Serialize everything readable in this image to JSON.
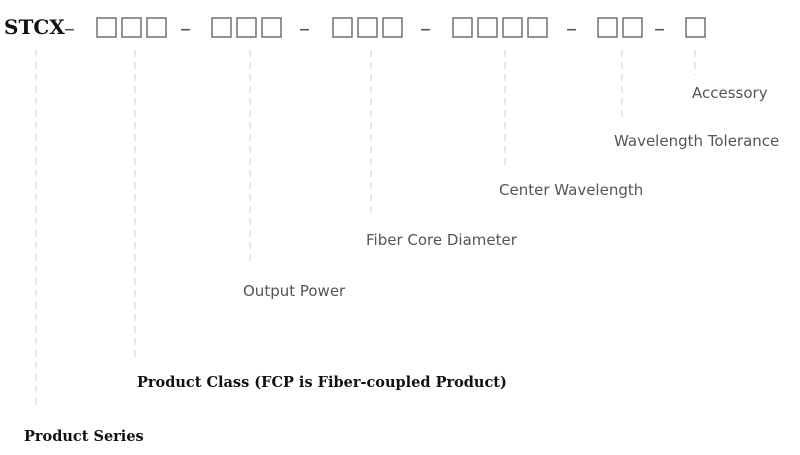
{
  "code": {
    "prefix": "STCX",
    "separator": "–",
    "groups": [
      3,
      3,
      3,
      4,
      2,
      1
    ]
  },
  "fields": [
    {
      "id": "product-series",
      "label": "Product Series"
    },
    {
      "id": "product-class",
      "label": "Product Class (FCP is Fiber-coupled Product)"
    },
    {
      "id": "output-power",
      "label": "Output Power"
    },
    {
      "id": "fiber-core-diameter",
      "label": "Fiber Core Diameter"
    },
    {
      "id": "center-wavelength",
      "label": "Center Wavelength"
    },
    {
      "id": "wavelength-tolerance",
      "label": "Wavelength Tolerance"
    },
    {
      "id": "accessory",
      "label": "Accessory"
    }
  ],
  "colors": {
    "prefix": "#111111",
    "boxes": "#666666",
    "leaders": "#cfcfcf",
    "labels": "#555555"
  }
}
